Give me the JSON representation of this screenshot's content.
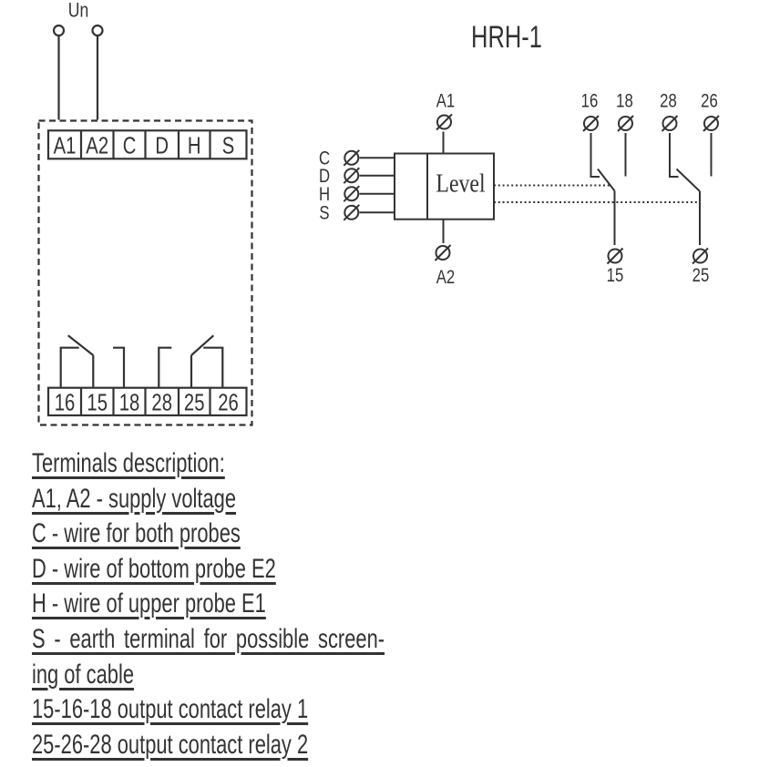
{
  "page": {
    "background": "#ffffff",
    "ink": "#333333"
  },
  "device_panel": {
    "supply_label": "Un",
    "top_terminals": [
      "A1",
      "A2",
      "C",
      "D",
      "H",
      "S"
    ],
    "bottom_terminals": [
      "16",
      "15",
      "18",
      "28",
      "25",
      "26"
    ]
  },
  "schematic": {
    "title": "HRH-1",
    "function_label": "Level",
    "left_inputs": [
      "C",
      "D",
      "H",
      "S"
    ],
    "supply_top": "A1",
    "supply_bottom": "A2",
    "contacts_top": [
      "16",
      "18",
      "28",
      "26"
    ],
    "contacts_bottom": [
      "15",
      "25"
    ]
  },
  "description": {
    "heading": "Terminals description:",
    "lines": [
      "A1, A2 - supply voltage",
      "C - wire for both probes",
      "D - wire of bottom probe E2",
      "H - wire of upper probe E1",
      "S - earth terminal for possible screen-",
      "ing of cable",
      "15-16-18 output contact relay 1",
      "25-26-28 output contact relay 2"
    ]
  }
}
